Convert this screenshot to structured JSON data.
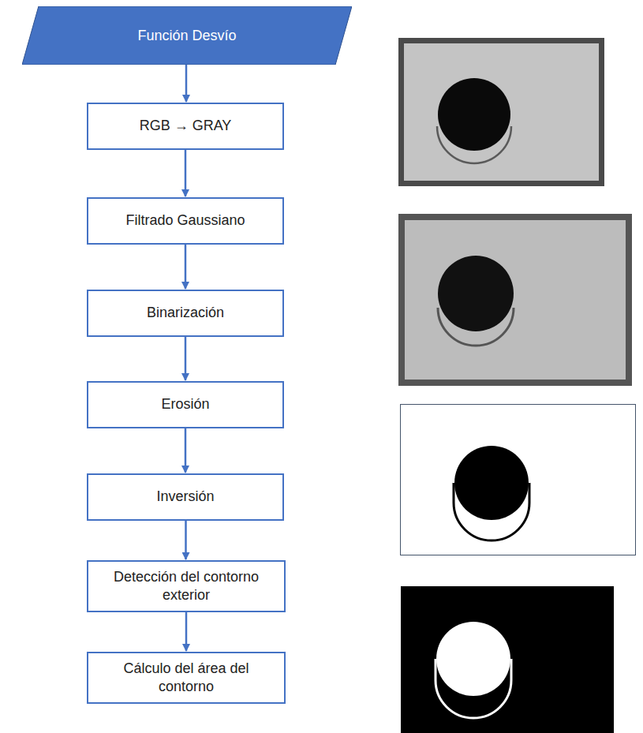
{
  "diagram": {
    "nodes": [
      {
        "text": [
          "Función Desvío"
        ]
      },
      {
        "text": [
          "RGB → GRAY"
        ]
      },
      {
        "text": [
          "Filtrado Gaussiano"
        ]
      },
      {
        "text": [
          "Binarización"
        ]
      },
      {
        "text": [
          "Erosión"
        ]
      },
      {
        "text": [
          "Inversión"
        ]
      },
      {
        "text": [
          "Detección del contorno exterior"
        ]
      },
      {
        "text": [
          "Cálculo del área del contorno"
        ]
      }
    ],
    "edges": [
      {
        "from": 0,
        "to": 1,
        "arrow": "to"
      },
      {
        "from": 1,
        "to": 2,
        "arrow": "to"
      },
      {
        "from": 2,
        "to": 3,
        "arrow": "to"
      },
      {
        "from": 3,
        "to": 4,
        "arrow": "to"
      },
      {
        "from": 4,
        "to": 5,
        "arrow": "to"
      },
      {
        "from": 5,
        "to": 6,
        "arrow": "to"
      },
      {
        "from": 6,
        "to": 7,
        "arrow": "to"
      }
    ]
  }
}
